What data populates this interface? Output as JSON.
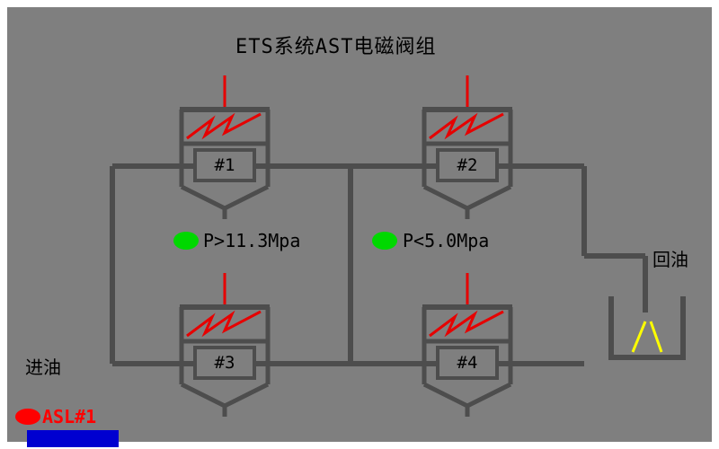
{
  "title": "ETS系统AST电磁阀组",
  "valves": [
    {
      "id": "#1"
    },
    {
      "id": "#2"
    },
    {
      "id": "#3"
    },
    {
      "id": "#4"
    }
  ],
  "indicators": [
    {
      "label": "P>11.3Mpa",
      "color": "#00d800"
    },
    {
      "label": "P<5.0Mpa",
      "color": "#00d800"
    }
  ],
  "labels": {
    "return_oil": "回油",
    "inlet_oil": "进油",
    "asl_tag": "ASL#1"
  },
  "colors": {
    "panel_gray": "#7f7f7f",
    "pipe_gray": "#4d4d4d",
    "alarm_red": "#e60000",
    "lamp_green": "#00d800",
    "tank_mark_yellow": "#ffff00",
    "asl_red": "#ff0000",
    "strip_blue": "#0000d0"
  }
}
